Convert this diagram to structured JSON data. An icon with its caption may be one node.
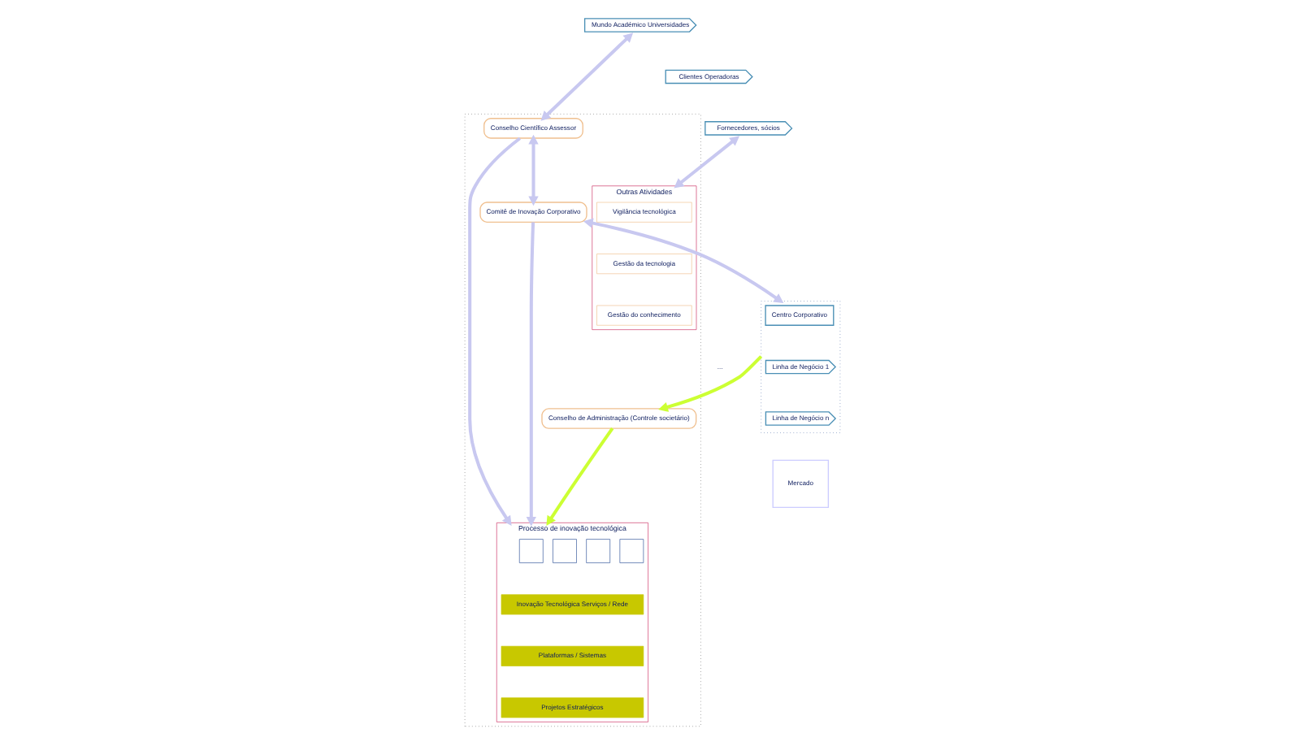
{
  "diagram": {
    "nodes": [
      {
        "text": [],
        "shape": "box"
      },
      {
        "text": [
          "Conselho Científico Assessor"
        ],
        "in": 0
      },
      {
        "text": [
          "Comitê de Inovação Corporativo"
        ],
        "in": 0
      },
      {
        "text": [
          "Processo de inovação tecnológica"
        ],
        "in": 0
      },
      {
        "text": [],
        "shape": "box",
        "in": 3
      },
      {
        "text": [],
        "shape": "box",
        "in": 3
      },
      {
        "text": [],
        "shape": "box",
        "in": 3
      },
      {
        "text": [],
        "shape": "box",
        "in": 3
      },
      {
        "text": [
          "Inovação Tecnológica Serviços / Rede"
        ],
        "in": 3
      },
      {
        "text": [
          "Plataformas / Sistemas"
        ],
        "in": 3
      },
      {
        "text": [
          "Projetos Estratégicos"
        ],
        "in": 3
      },
      {
        "text": [
          "Outras Atividades"
        ],
        "in": 0
      },
      {
        "text": [
          "Vigilância tecnológica"
        ],
        "in": 11
      },
      {
        "text": [
          "Gestão da tecnologia"
        ],
        "in": 11
      },
      {
        "text": [
          "Gestão do conhecimento"
        ],
        "in": 11
      },
      {
        "text": [
          "Conselho de Administração (Controle societário)"
        ],
        "in": 0
      },
      {
        "text": [
          "Mundo Académico Universidades"
        ]
      },
      {
        "text": [
          "Clientes Operadoras"
        ]
      },
      {
        "text": [
          "Fornecedores, sócios"
        ]
      },
      {
        "text": [],
        "shape": "box"
      },
      {
        "text": [
          "Centro Corporativo"
        ],
        "in": 19
      },
      {
        "text": [
          "Linha de Negócio 1"
        ],
        "in": 19
      },
      {
        "text": [
          "Linha de Negócio n"
        ],
        "in": 19
      },
      {
        "text": [
          "Mercado"
        ]
      }
    ],
    "edges": [
      {
        "from": 16,
        "to": 1,
        "arrow": "both"
      },
      {
        "from": 1,
        "to": 2,
        "arrow": "both"
      },
      {
        "from": 1,
        "to": 3,
        "arrow": "to"
      },
      {
        "from": 2,
        "to": 3,
        "arrow": "to"
      },
      {
        "from": 2,
        "to": 19,
        "arrow": "both"
      },
      {
        "from": 18,
        "to": 11,
        "arrow": "both"
      },
      {
        "from": 19,
        "to": 15,
        "arrow": "to",
        "color": "#ccff33"
      },
      {
        "from": 15,
        "to": 3,
        "arrow": "to",
        "color": "#ccff33"
      }
    ],
    "labels": [
      "..."
    ]
  }
}
